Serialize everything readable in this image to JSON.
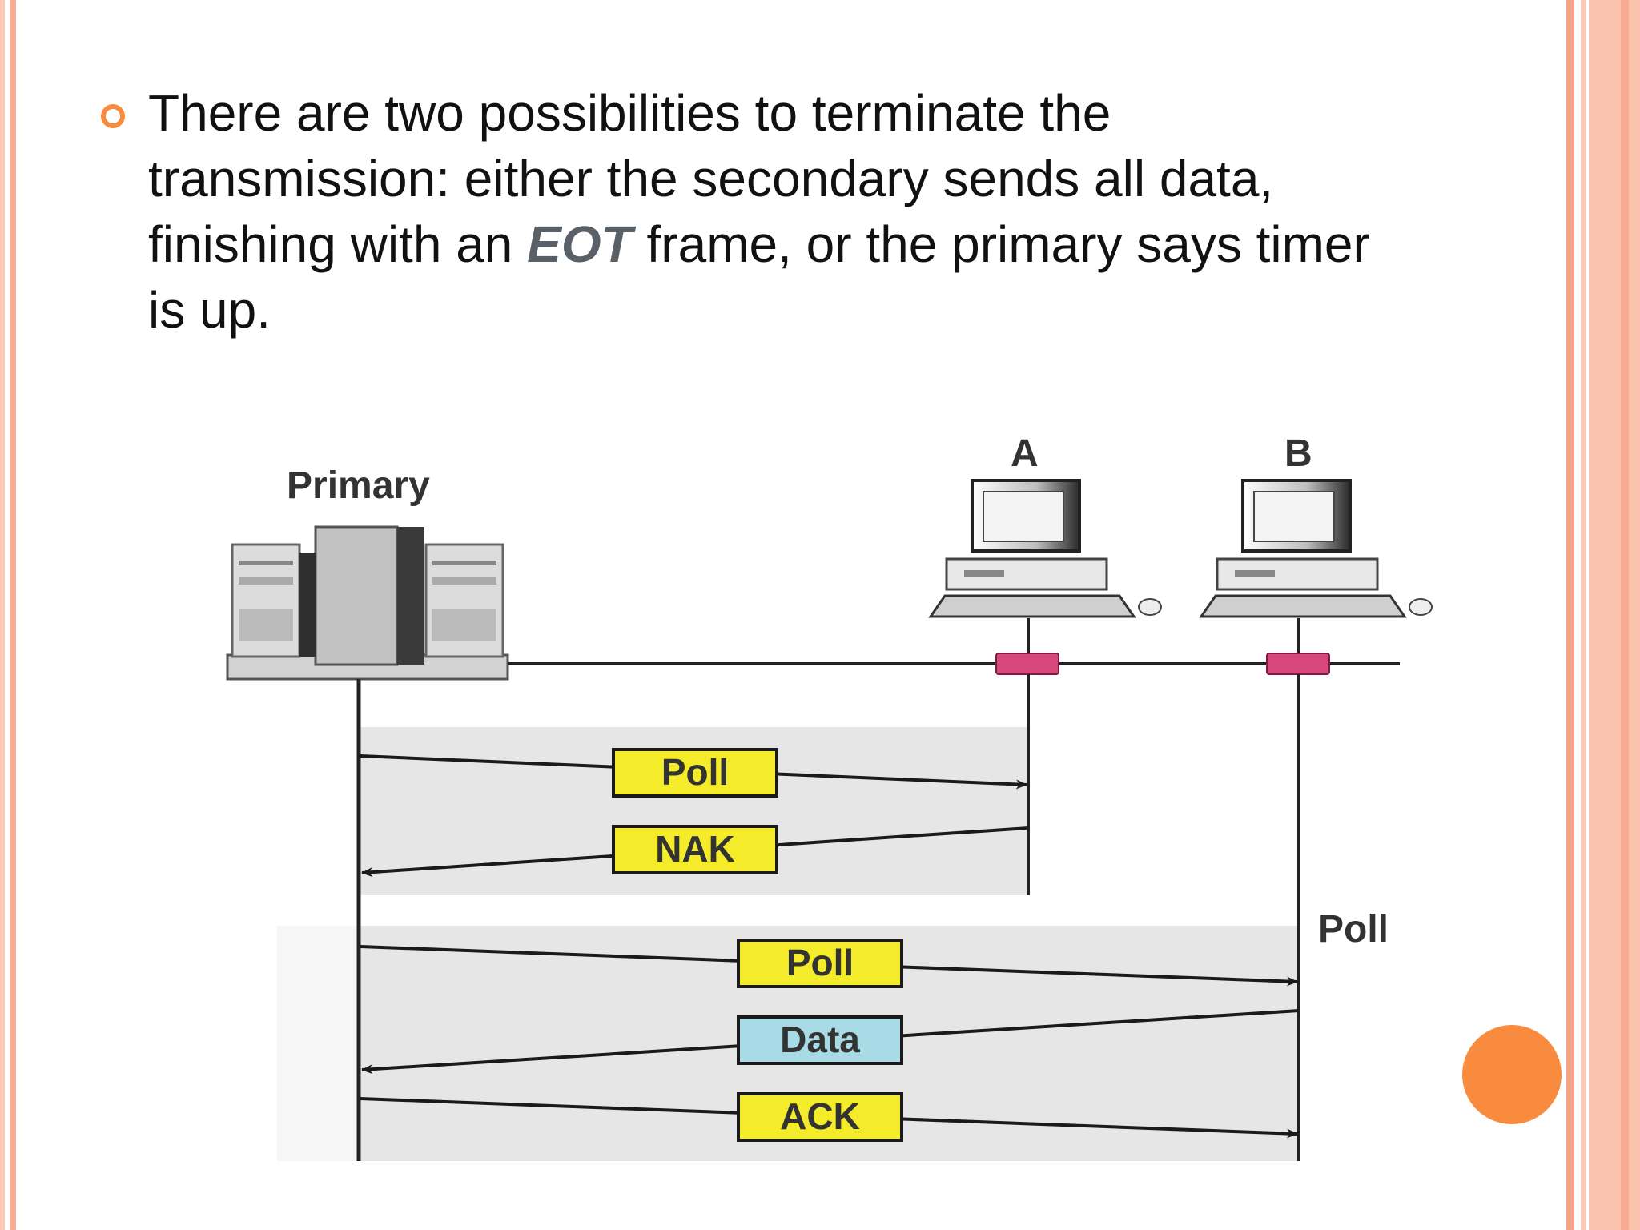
{
  "slide": {
    "text_before": "There are two possibilities to terminate the transmission: either the secondary sends all data, finishing with an ",
    "text_emphasis": "EOT",
    "text_after": " frame, or the primary says timer is up."
  },
  "diagram": {
    "primary_label": "Primary",
    "station_a_label": "A",
    "station_b_label": "B",
    "poll_side_label": "Poll",
    "frames": {
      "poll_a": "Poll",
      "nak": "NAK",
      "poll_b": "Poll",
      "data": "Data",
      "ack": "ACK"
    },
    "colors": {
      "frame_yellow": "#f4ec2a",
      "frame_blue": "#a9dbe6",
      "connector_pink": "#d9487d",
      "panel_gray": "#e6e6e6"
    }
  }
}
